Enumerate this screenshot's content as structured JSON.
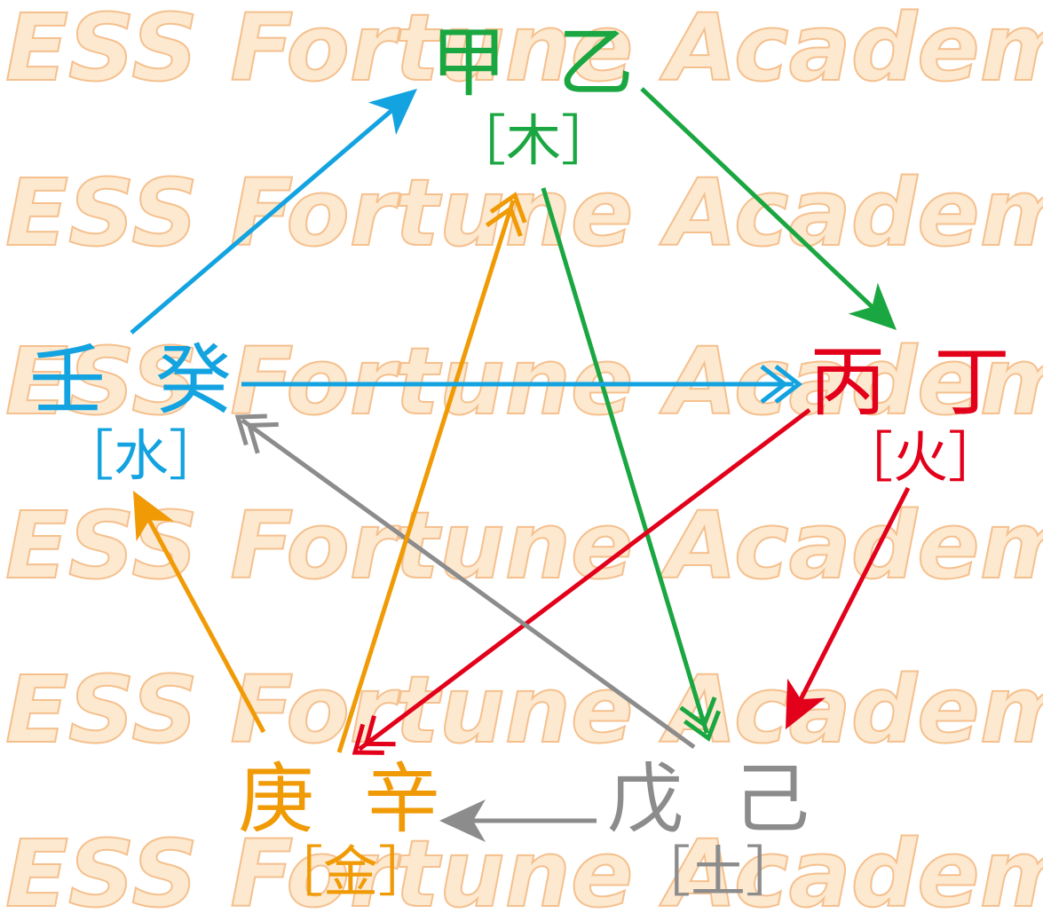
{
  "watermark": {
    "text": "ESS Fortune Academy"
  },
  "colors": {
    "wood": "#1aa640",
    "fire": "#e2001a",
    "earth": "#8c8c8c",
    "metal": "#f09a06",
    "water": "#12a3e0",
    "watermark_fill": "#fde9cf",
    "watermark_stroke": "#f5c08e"
  },
  "elements": {
    "wood": {
      "stems": [
        "甲",
        "乙"
      ],
      "label": "［木］"
    },
    "fire": {
      "stems": [
        "丙",
        "丁"
      ],
      "label": "［火］"
    },
    "earth": {
      "stems": [
        "戊",
        "己"
      ],
      "label": "［土］"
    },
    "metal": {
      "stems": [
        "庚",
        "辛"
      ],
      "label": "［金］"
    },
    "water": {
      "stems": [
        "壬",
        "癸"
      ],
      "label": "［水］"
    }
  },
  "relations": [
    {
      "from": "wood",
      "to": "fire",
      "kind": "generates"
    },
    {
      "from": "fire",
      "to": "earth",
      "kind": "generates"
    },
    {
      "from": "earth",
      "to": "metal",
      "kind": "generates"
    },
    {
      "from": "metal",
      "to": "water",
      "kind": "generates"
    },
    {
      "from": "water",
      "to": "wood",
      "kind": "generates"
    },
    {
      "from": "wood",
      "to": "earth",
      "kind": "controls"
    },
    {
      "from": "fire",
      "to": "metal",
      "kind": "controls"
    },
    {
      "from": "earth",
      "to": "water",
      "kind": "controls"
    },
    {
      "from": "metal",
      "to": "wood",
      "kind": "controls"
    },
    {
      "from": "water",
      "to": "fire",
      "kind": "controls"
    }
  ]
}
